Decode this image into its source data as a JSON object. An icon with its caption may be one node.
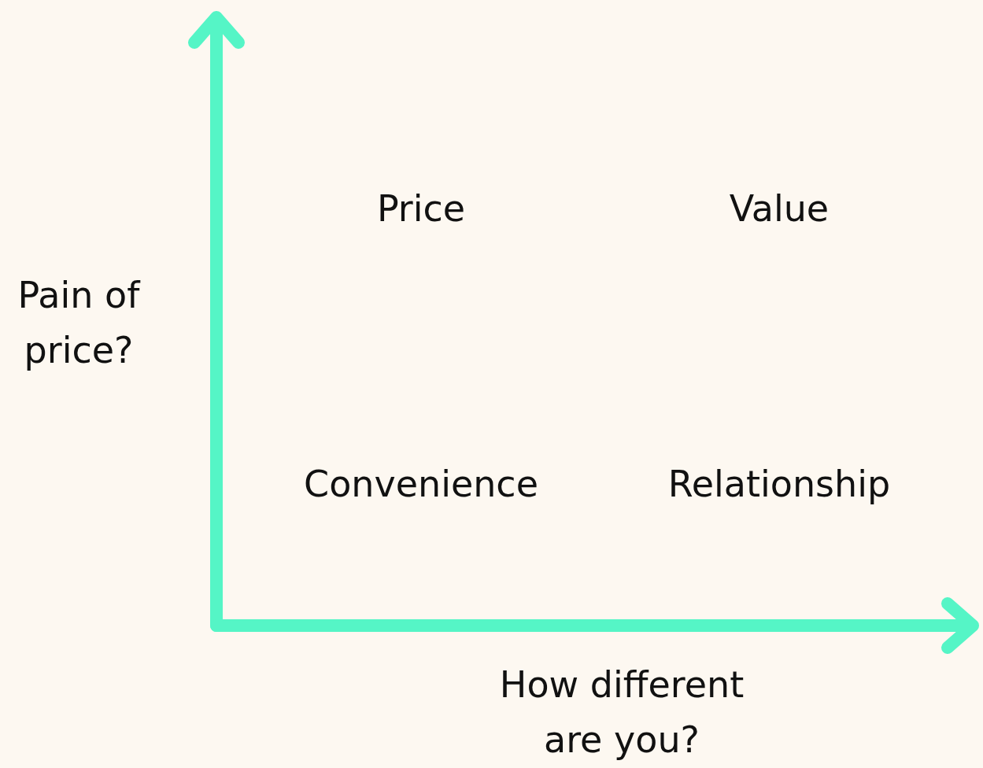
{
  "diagram": {
    "labels": [
      "Pain of price?",
      "Price",
      "Value",
      "Convenience",
      "Relationship",
      "How different are you?"
    ]
  }
}
